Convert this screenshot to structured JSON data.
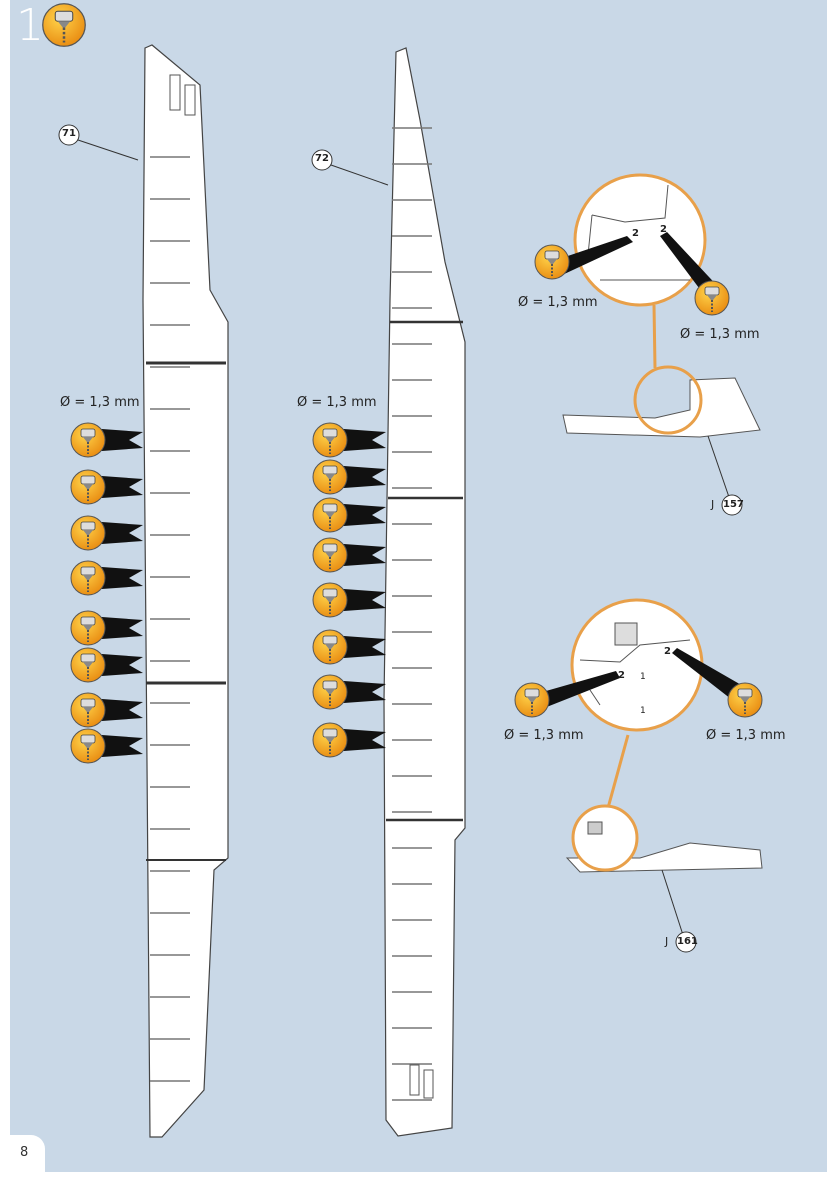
{
  "step_number": "1",
  "page_number": "8",
  "step_icon": "drill-icon",
  "parts": {
    "left_hull": "71",
    "right_hull": "72"
  },
  "hole_size_label": "Ø = 1,3 mm",
  "hole_labels": [
    "Ø = 1,3 mm",
    "Ø = 1,3 mm",
    "Ø = 1,3 mm",
    "Ø = 1,3 mm",
    "Ø = 1,3 mm",
    "Ø = 1,3 mm"
  ],
  "detail_top": {
    "hole_marks": [
      "2",
      "2"
    ],
    "ref_prefix": "J",
    "ref_part": "157"
  },
  "detail_bottom": {
    "hole_marks": [
      "2",
      "2",
      "1",
      "1"
    ],
    "ref_prefix": "J",
    "ref_part": "161"
  },
  "colors": {
    "background": "#c9d8e7",
    "drill_orange": "#f2a81d",
    "leader_orange": "#e8a04a"
  }
}
